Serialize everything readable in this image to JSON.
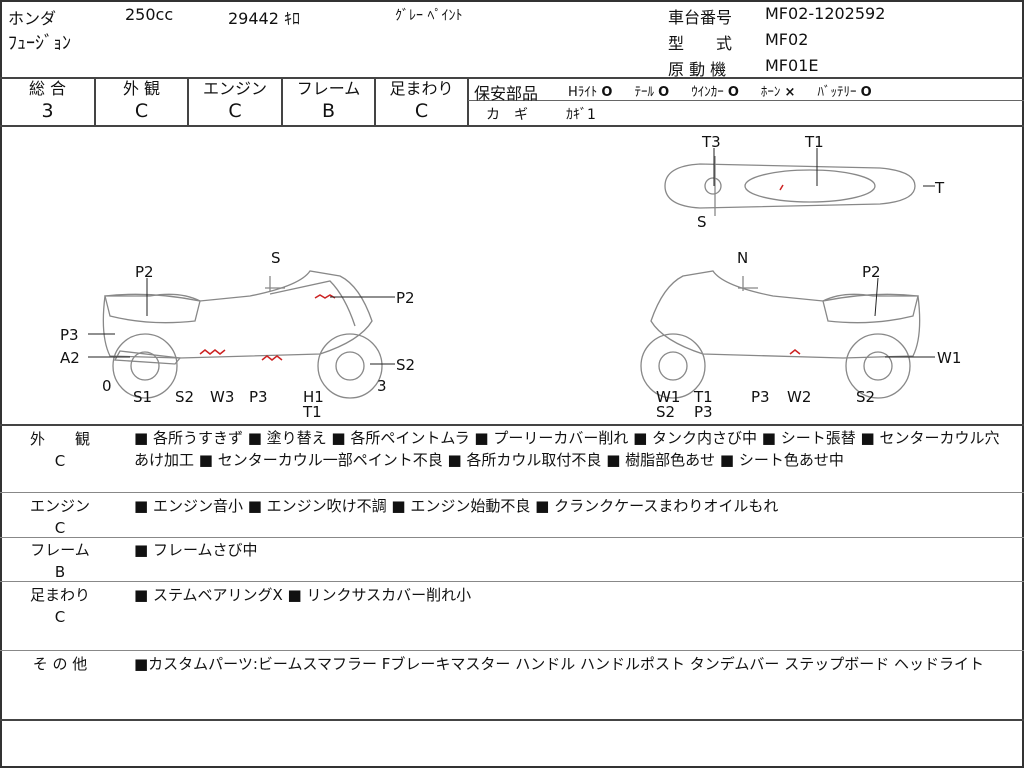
{
  "header": {
    "maker": "ホンダ",
    "displacement": "250cc",
    "mileage": "29442 ｷﾛ",
    "color": "ｸﾞﾚｰ ﾍﾟｲﾝﾄ",
    "model_name": "ﾌｭｰｼﾞｮﾝ",
    "frame_no_label": "車台番号",
    "frame_no": "MF02-1202592",
    "type_label": "型　　式",
    "type": "MF02",
    "engine_label": "原 動 機",
    "engine": "MF01E"
  },
  "scores": [
    {
      "label": "総 合",
      "value": "3"
    },
    {
      "label": "外 観",
      "value": "C"
    },
    {
      "label": "エンジン",
      "value": "C"
    },
    {
      "label": "フレーム",
      "value": "B"
    },
    {
      "label": "足まわり",
      "value": "C"
    }
  ],
  "safety": {
    "label": "保安部品",
    "items": [
      {
        "name": "Hﾗｲﾄ",
        "mark": "O"
      },
      {
        "name": "ﾃｰﾙ",
        "mark": "O"
      },
      {
        "name": "ｳｲﾝｶｰ",
        "mark": "O"
      },
      {
        "name": "ﾎｰﾝ",
        "mark": "×"
      },
      {
        "name": "ﾊﾞｯﾃﾘｰ",
        "mark": "O"
      }
    ],
    "key_label": "カ　ギ",
    "key_value": "ｶｷﾞ1"
  },
  "diagram": {
    "left": [
      "P2",
      "S",
      "P2",
      "P3",
      "A2",
      "0",
      "S1",
      "S2",
      "W3",
      "P3",
      "H1",
      "T1",
      "3",
      "S2"
    ],
    "right": [
      "N",
      "P2",
      "W1",
      "W1",
      "S2",
      "T1",
      "P3",
      "P3",
      "W2",
      "S2"
    ],
    "top": [
      "T3",
      "T1",
      "T",
      "S"
    ],
    "accent": "#cc2222"
  },
  "remarks": [
    {
      "label": "外　　観",
      "grade": "C",
      "text": "■ 各所うすきず ■ 塗り替え ■ 各所ペイントムラ ■ プーリーカバー削れ ■ タンク内さび中 ■ シート張替 ■ センターカウル穴あけ加工 ■ センターカウル一部ペイント不良 ■ 各所カウル取付不良 ■ 樹脂部色あせ ■ シート色あせ中"
    },
    {
      "label": "エンジン",
      "grade": "C",
      "text": "■ エンジン音小 ■ エンジン吹け不調 ■ エンジン始動不良 ■ クランクケースまわりオイルもれ"
    },
    {
      "label": "フレーム",
      "grade": "B",
      "text": "■ フレームさび中"
    },
    {
      "label": "足まわり",
      "grade": "C",
      "text": "■ ステムベアリングX ■ リンクサスカバー削れ小"
    },
    {
      "label": "そ の 他",
      "grade": "",
      "text": "■カスタムパーツ:ビームスマフラー Fブレーキマスター ハンドル ハンドルポスト タンデムバー ステップボード ヘッドライト"
    }
  ]
}
